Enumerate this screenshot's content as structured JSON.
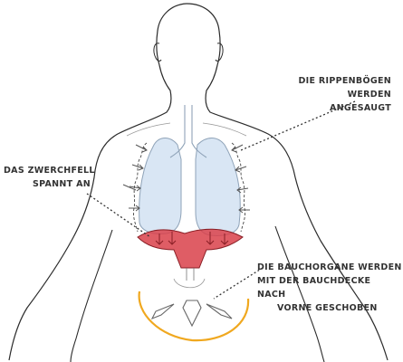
{
  "labels": {
    "ribs": [
      "DIE RIPPENBÖGEN WERDEN",
      "ANGESAUGT"
    ],
    "diaphragm": [
      "DAS ZWERCHFELL",
      "SPANNT AN"
    ],
    "abdomen": [
      "DIE BAUCHORGANE WERDEN",
      "MIT DER BAUCHDECKE NACH",
      "VORNE GESCHOBEN"
    ]
  },
  "colors": {
    "outline": "#2b2b2b",
    "lungs": "#d9e6f4",
    "lung_edge": "#8fa3b8",
    "diaphragm": "#d9414a",
    "belly_arc": "#f0a81f",
    "arrows": "#555555"
  }
}
